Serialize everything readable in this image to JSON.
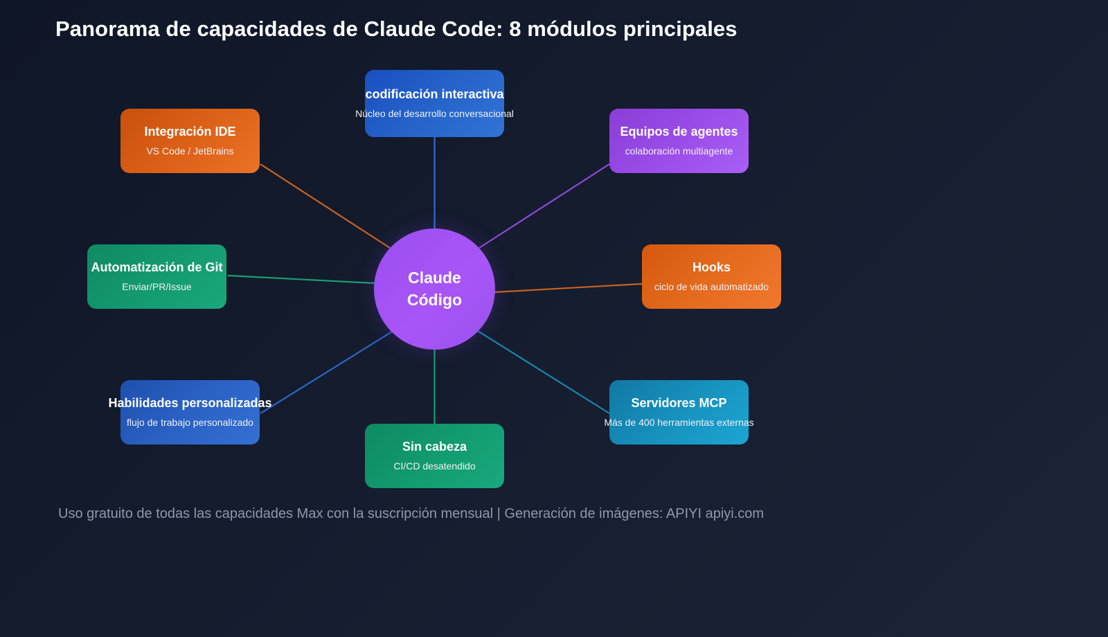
{
  "title": "Panorama de capacidades de Claude Code: 8 módulos principales",
  "footer": "Uso gratuito de todas las capacidades Max con la suscripción mensual | Generación de imágenes: APIYI apiyi.com",
  "center": {
    "line1": "Claude",
    "line2": "Código",
    "color": "#a855f7"
  },
  "colors": {
    "background_dark": "#0f1627",
    "background_light": "#1b2437",
    "title_text": "#ffffff",
    "footer_text": "#8e98aa",
    "edge_blue": "#2f6fd0",
    "edge_orange": "#c9631f",
    "edge_purple": "#8e4ad8",
    "edge_green": "#1a9e70",
    "edge_cyan": "#1b85ad",
    "edge_blue2": "#2a66c8"
  },
  "nodes": [
    {
      "id": "codificacion-interactiva",
      "title": "codificación interactiva",
      "subtitle": "Núcleo del desarrollo conversacional",
      "color": "#2563c9",
      "edge_color": "#2f6fd0",
      "position": "top"
    },
    {
      "id": "integracion-ide",
      "title": "Integración IDE",
      "subtitle": "VS Code / JetBrains",
      "color": "#dd6017",
      "edge_color": "#c9631f",
      "position": "top-left"
    },
    {
      "id": "equipos-de-agentes",
      "title": "Equipos de agentes",
      "subtitle": "colaboración multiagente",
      "color": "#9a4ce8",
      "edge_color": "#8e4ad8",
      "position": "top-right"
    },
    {
      "id": "automatizacion-de-git",
      "title": "Automatización de Git",
      "subtitle": "Enviar/PR/Issue",
      "color": "#14996f",
      "edge_color": "#1a9e70",
      "position": "left"
    },
    {
      "id": "hooks",
      "title": "Hooks",
      "subtitle": "ciclo de vida automatizado",
      "color": "#e46a1e",
      "edge_color": "#c9631f",
      "position": "right"
    },
    {
      "id": "habilidades-personalizadas",
      "title": "Habilidades personalizadas",
      "subtitle": "flujo de trabajo personalizado",
      "color": "#2a62c4",
      "edge_color": "#2a66c8",
      "position": "bottom-left"
    },
    {
      "id": "sin-cabeza",
      "title": "Sin cabeza",
      "subtitle": "CI/CD desatendido",
      "color": "#139a70",
      "edge_color": "#1a9e70",
      "position": "bottom"
    },
    {
      "id": "servidores-mcp",
      "title": "Servidores MCP",
      "subtitle": "Más de 400 herramientas externas",
      "color": "#1791bd",
      "edge_color": "#1b85ad",
      "position": "bottom-right"
    }
  ]
}
